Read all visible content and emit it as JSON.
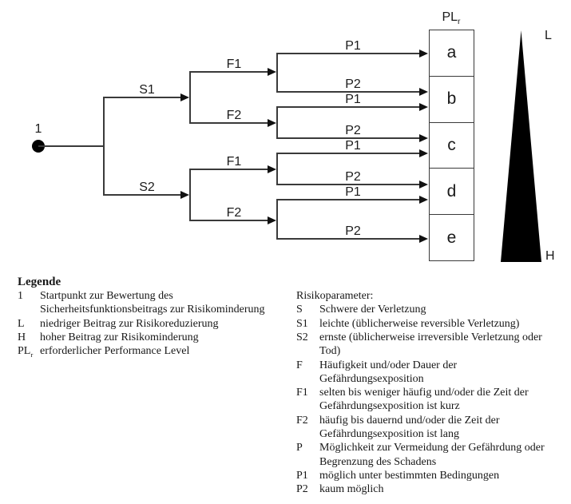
{
  "diagram": {
    "start_label": "1",
    "branch_labels": {
      "s1": "S1",
      "s2": "S2",
      "f1": "F1",
      "f2": "F2",
      "p1": "P1",
      "p2": "P2"
    },
    "plr_header": {
      "base": "PL",
      "sub": "r"
    },
    "pl_boxes": [
      "a",
      "b",
      "c",
      "d",
      "e"
    ],
    "risk_scale": {
      "low": "L",
      "high": "H"
    },
    "routes": [
      {
        "path": "S1-F1-P1",
        "plr": "a"
      },
      {
        "path": "S1-F1-P2",
        "plr": "b"
      },
      {
        "path": "S1-F2-P1",
        "plr": "b"
      },
      {
        "path": "S1-F2-P2",
        "plr": "c"
      },
      {
        "path": "S2-F1-P1",
        "plr": "c"
      },
      {
        "path": "S2-F1-P2",
        "plr": "d"
      },
      {
        "path": "S2-F2-P1",
        "plr": "d"
      },
      {
        "path": "S2-F2-P2",
        "plr": "e"
      }
    ]
  },
  "legend": {
    "title": "Legende",
    "left_items": [
      {
        "term": "1",
        "text": "Startpunkt zur Bewertung des\nSicherheitsfunktionsbeitrags zur Risikominderung"
      },
      {
        "term": "L",
        "text": "niedriger Beitrag zur Risikoreduzierung"
      },
      {
        "term": "H",
        "text": "hoher Beitrag zur Risikominderung"
      },
      {
        "term_base": "PL",
        "term_sub": "r",
        "text": "erforderlicher Performance Level"
      }
    ],
    "right_title": "Risikoparameter:",
    "right_items": [
      {
        "term": "S",
        "text": "Schwere der Verletzung"
      },
      {
        "term": "S1",
        "text": "leichte (üblicherweise reversible Verletzung)"
      },
      {
        "term": "S2",
        "text": "ernste (üblicherweise irreversible Verletzung oder\nTod)"
      },
      {
        "term": "F",
        "text": "Häufigkeit und/oder Dauer der\nGefährdungsexposition"
      },
      {
        "term": "F1",
        "text": "selten bis weniger häufig und/oder die Zeit der\nGefährdungsexposition ist kurz"
      },
      {
        "term": "F2",
        "text": "häufig bis dauernd und/oder die Zeit der\nGefährdungsexposition ist lang"
      },
      {
        "term": "P",
        "text": "Möglichkeit zur Vermeidung der Gefährdung oder\nBegrenzung des Schadens"
      },
      {
        "term": "P1",
        "text": "möglich unter bestimmten Bedingungen"
      },
      {
        "term": "P2",
        "text": "kaum möglich"
      }
    ]
  }
}
